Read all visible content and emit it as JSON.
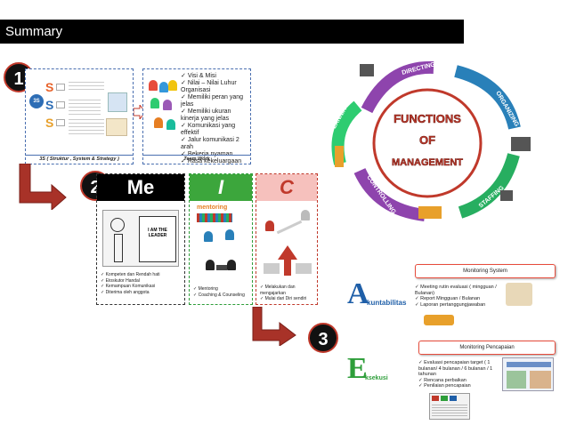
{
  "header": {
    "title": "Summary"
  },
  "steps": {
    "one": "1",
    "two": "2",
    "three": "3"
  },
  "panel_3s": {
    "badge": "3S",
    "letters": [
      "S",
      "S",
      "S"
    ],
    "caption": "3S ( Struktur , System & Strategy )"
  },
  "teamwork": {
    "items": [
      "Visi & Misi",
      "Nilai – Nilai Luhur Organisasi",
      "Memiliki peran yang jelas",
      "Memiliki ukuran kinerja yang jelas",
      "Komunikasi yang effektif",
      "Jalur komunikasi 2 arah",
      "Bekerja nyaman",
      "Rasa kekeluargaan"
    ],
    "caption": "Team Work"
  },
  "functions": {
    "center": [
      "FUNCTIONS",
      "OF",
      "MANAGEMENT"
    ],
    "labels": {
      "directing": "DIRECTING",
      "organizing": "ORGANIZING",
      "staffing": "STAFFING",
      "controlling": "CONTROLLING",
      "planning": "PLANNING"
    }
  },
  "me": {
    "head": "Me",
    "sketch_text": "I AM THE LEADER",
    "items": [
      "Kompeten dan Rendah hati",
      "Etoskutor Handal",
      "Kemampuan Komunikasi",
      "Diterima oleh anggota"
    ]
  },
  "i_col": {
    "head": "I",
    "word": "mentoring",
    "items": [
      "Mentoring",
      "Coaching & Counseling"
    ]
  },
  "c_col": {
    "head": "C",
    "items": [
      "Melakukan dan mengajarkan",
      "Mulai dari  Diri sendiri"
    ]
  },
  "monitoring_system": {
    "title": "Monitoring System",
    "items": [
      "Meeting rutin evaluasi ( mingguan / Bulanan)",
      "Report  Mingguan / Bulanan",
      "Laporan pertanggungjawaban"
    ]
  },
  "akuntabilitas": {
    "letter": "A",
    "rest": "kuntabilitas"
  },
  "monitoring_pencapaian": {
    "title": "Monitoring Pencapaian",
    "items": [
      "Evaluasi  pencapaian target ( 1 bulanan/ 4 bulanan / 6 bulanan / 1 tahunan",
      "Rencana  perbaikan",
      "Penilaian  pencapaian"
    ]
  },
  "eksekusi": {
    "letter": "E",
    "rest": "ksekusi"
  },
  "colors": {
    "accent_red": "#c0392b",
    "green": "#2e9e3a",
    "blue": "#1f5fa8"
  }
}
